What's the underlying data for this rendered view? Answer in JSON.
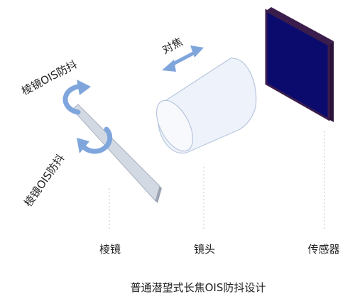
{
  "labels": {
    "prism_ois_top": "棱镜OIS防抖",
    "prism_ois_bottom": "棱镜OIS防抖",
    "focus": "对焦",
    "prism": "棱镜",
    "lens": "镜头",
    "sensor": "传感器",
    "caption": "普通潜望式长焦OIS防抖设计"
  },
  "colors": {
    "arrow": "#7fa6dc",
    "sensor_fill": "#0b0b6e",
    "sensor_edge": "#3a1d4c",
    "lens_fill": "#eef3fb",
    "lens_stroke": "#b8c6dc",
    "prism_fill": "#d3d9e3",
    "guide_line": "#c9c9c9",
    "text": "#222222"
  },
  "icons": {
    "rotation_top": "rotate-arrow-icon",
    "rotation_bottom": "rotate-arrow-icon",
    "focus_arrow": "double-arrow-icon"
  }
}
